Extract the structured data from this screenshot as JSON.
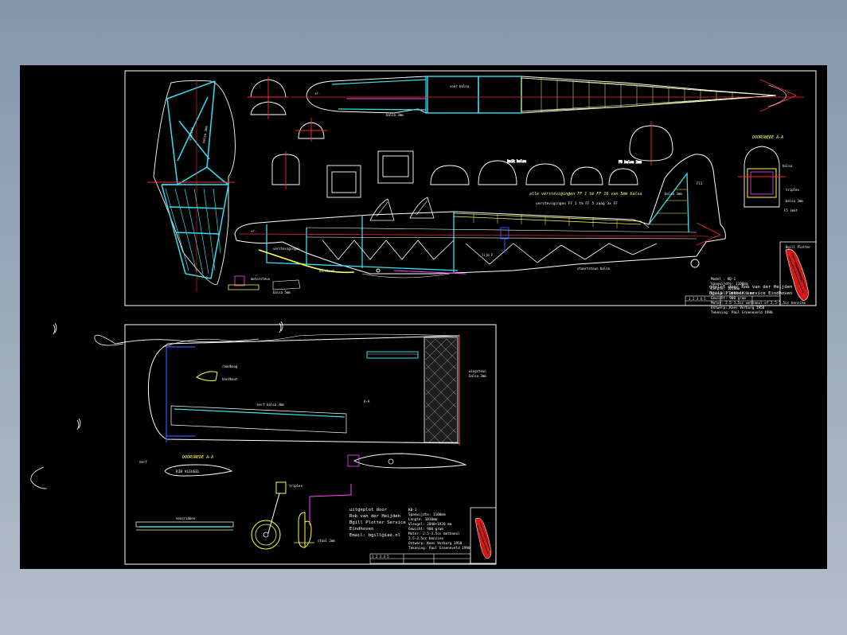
{
  "drawing": {
    "sheet_upper": {
      "notes": {
        "cabane_note": "alle verstevigingen FF 1 tm FF 10 van 5mm balsa",
        "stringer_note": "verstevigingen FF 1 tm FF 5 zaag 3x FF"
      },
      "section_title": "DOORSNEDE A-A",
      "specs": [
        "Model : KB-1",
        "Spanwijdte: 1100mm",
        "Lengte: 1010mm",
        "Vleugel: 2040+1920 mm",
        "Gewicht:     900 gram",
        "Motor:    2.5-3.5cc methanol of 2,5-3,5cc benzine",
        "Ontwerp: Kees Verburg   1950",
        "Tekening:  Paul Groeneveld  1990",
        "geplot door  Rob van der Heijden",
        "Bgill Plotter service Eindhoven"
      ],
      "titleblock_label": "Bgill Plotter"
    },
    "sheet_lower": {
      "section_title": "DOORSNEDE  A-A",
      "profile_label": "RIB  VLEUGEL",
      "rib_table_label": "neusribben",
      "credits": [
        "uitgeplot door",
        "Rob van der Heijden",
        "Bgill Plotter Service",
        "Eindhoven",
        "Email:  bgill@iae.nl"
      ],
      "specs": [
        "KB-1",
        "Spanwijdte:     1100mm",
        "Lengte:         1010mm",
        "Vleugel:     2040+1920 mm",
        "Gewicht:        900 gram",
        "Motor:   2.5-3.5cc methanol",
        "         2.5-3.5cc benzine",
        "Ontwerp:   Kees Verburg  1950",
        "Tekening:  Paul Groeneveld  1990"
      ]
    }
  }
}
